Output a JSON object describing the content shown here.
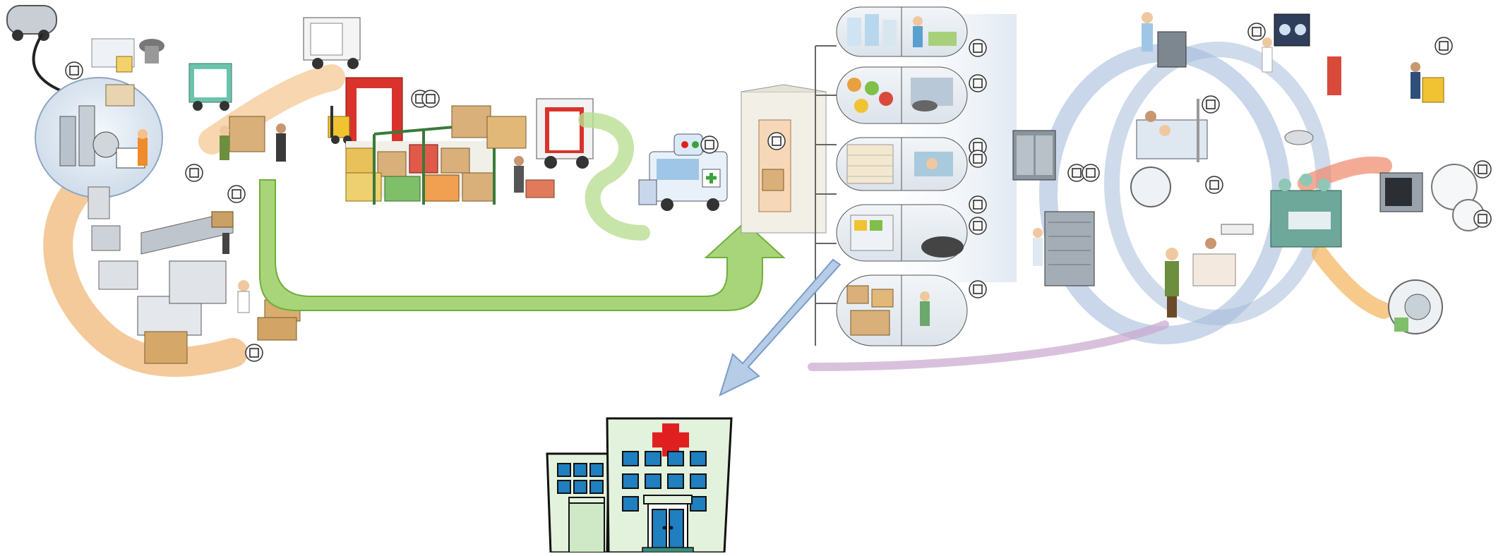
{
  "diagram": {
    "stages": [
      {
        "id": "manufacturing",
        "icon": "factory-production-line-icon"
      },
      {
        "id": "warehouse",
        "icon": "warehouse-logistics-icon"
      },
      {
        "id": "distribution",
        "icon": "delivery-truck-icon"
      },
      {
        "id": "hospital-supply-storage",
        "icon": "storage-shelves-icon"
      },
      {
        "id": "point-of-care",
        "icon": "patient-care-icon"
      }
    ],
    "hospital_icon": "hospital-building-icon",
    "barcode_tag_text": "||||",
    "colors": {
      "production_flow": "#f0b878",
      "shipping_arrow": "#a9d57a",
      "shipping_arrow_border": "#6fae3a",
      "hospital_pointer": "#b7cce6",
      "care_loop": "#9fb7d8",
      "return_flow": "#c9a6cf",
      "hospital_green": "#e3f2dc",
      "hospital_window": "#1f7fbf",
      "cross_red": "#e02020"
    }
  }
}
